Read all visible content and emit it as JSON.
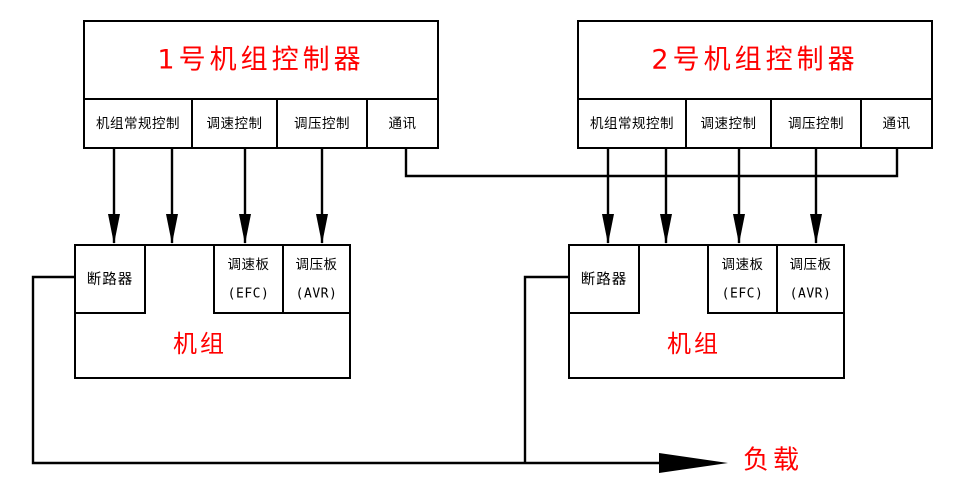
{
  "diagram": {
    "description": "Two generator unit controllers each driving a generator unit, linked by a communication bus, both feeding a common load",
    "colors": {
      "accent_red": "#ff0000",
      "line_black": "#000000",
      "background": "#ffffff"
    },
    "controllers": [
      {
        "id": "controller-1",
        "title": "1号机组控制器",
        "cells": [
          {
            "id": "cell-routine-control",
            "label": "机组常规控制"
          },
          {
            "id": "cell-speed-control",
            "label": "调速控制"
          },
          {
            "id": "cell-voltage-control",
            "label": "调压控制"
          },
          {
            "id": "cell-communication",
            "label": "通讯"
          }
        ]
      },
      {
        "id": "controller-2",
        "title": "2号机组控制器",
        "cells": [
          {
            "id": "cell-routine-control",
            "label": "机组常规控制"
          },
          {
            "id": "cell-speed-control",
            "label": "调速控制"
          },
          {
            "id": "cell-voltage-control",
            "label": "调压控制"
          },
          {
            "id": "cell-communication",
            "label": "通讯"
          }
        ]
      }
    ],
    "units": [
      {
        "id": "unit-1",
        "label": "机组",
        "breaker_label": "断路器",
        "boards": [
          {
            "id": "board-efc",
            "label": "调速板",
            "sub_label": "(EFC)"
          },
          {
            "id": "board-avr",
            "label": "调压板",
            "sub_label": "(AVR)"
          }
        ]
      },
      {
        "id": "unit-2",
        "label": "机组",
        "breaker_label": "断路器",
        "boards": [
          {
            "id": "board-efc",
            "label": "调速板",
            "sub_label": "(EFC)"
          },
          {
            "id": "board-avr",
            "label": "调压板",
            "sub_label": "(AVR)"
          }
        ]
      }
    ],
    "load": {
      "id": "load-node",
      "label": "负载"
    }
  }
}
